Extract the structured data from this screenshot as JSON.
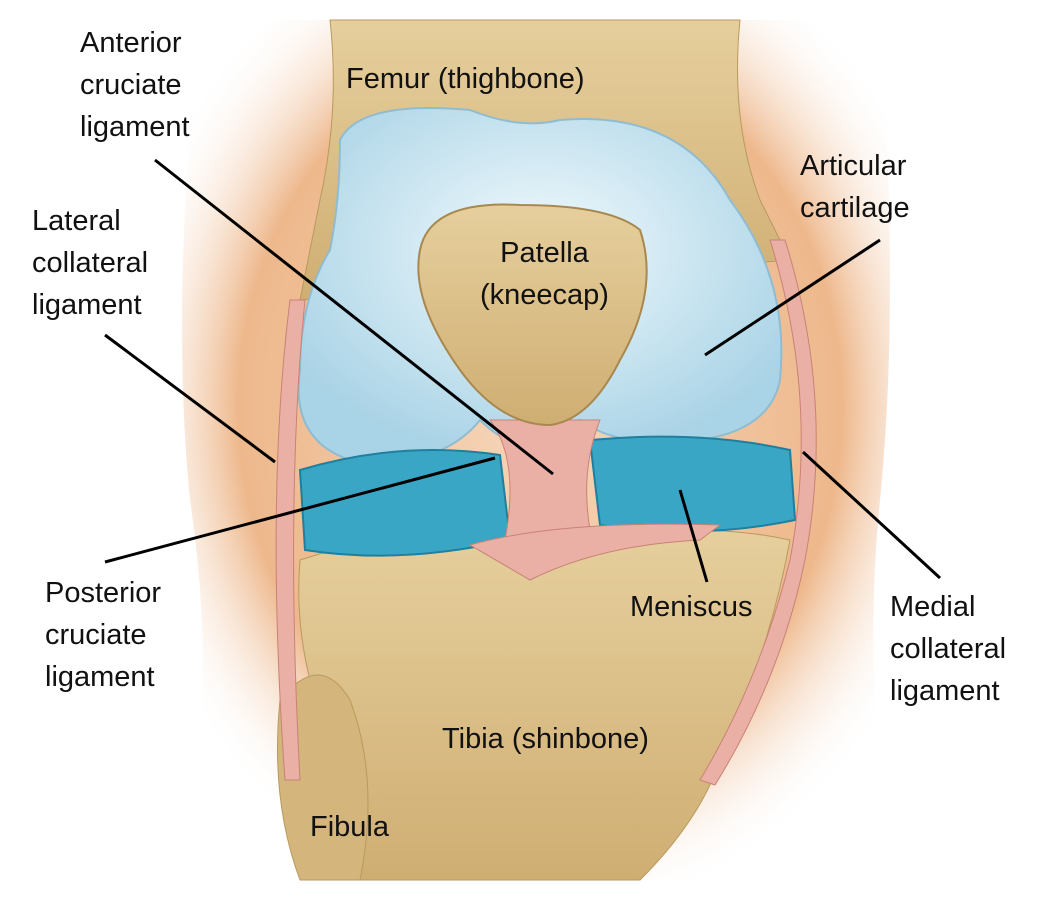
{
  "title": "Knee anatomy",
  "labels": {
    "acl": [
      "Anterior",
      "cruciate",
      "ligament"
    ],
    "femur": "Femur (thighbone)",
    "articular": [
      "Articular",
      "cartilage"
    ],
    "lcl": [
      "Lateral",
      "collateral",
      "ligament"
    ],
    "patella": [
      "Patella",
      "(kneecap)"
    ],
    "pcl": [
      "Posterior",
      "cruciate",
      "ligament"
    ],
    "meniscus": "Meniscus",
    "mcl": [
      "Medial",
      "collateral",
      "ligament"
    ],
    "tibia": "Tibia (shinbone)",
    "fibula": "Fibula"
  },
  "colors": {
    "skin": "#e9a877",
    "bone": "#d9bd85",
    "cartilage": "#cfe8f3",
    "meniscus": "#3aa6c6",
    "ligament": "#eab0a6",
    "leader": "#000000"
  }
}
